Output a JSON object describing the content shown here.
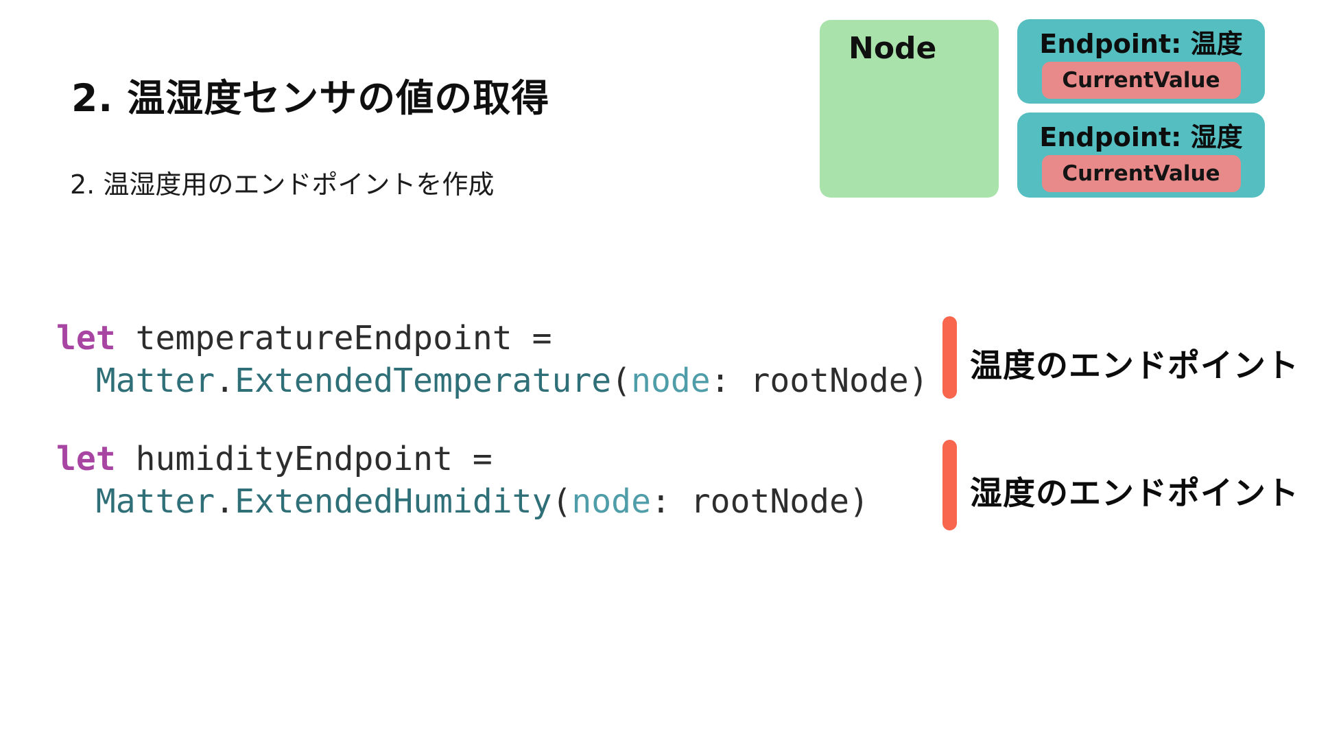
{
  "slide": {
    "title": "2. 温湿度センサの値の取得",
    "subtitle": "2. 温湿度用のエンドポイントを作成"
  },
  "diagram": {
    "node": {
      "label": "Node"
    },
    "endpoints": [
      {
        "title": "Endpoint: 温度",
        "attribute": "CurrentValue"
      },
      {
        "title": "Endpoint: 湿度",
        "attribute": "CurrentValue"
      }
    ]
  },
  "code": {
    "blocks": [
      {
        "annotation": "温度のエンドポイント",
        "lines": [
          [
            {
              "text": "let",
              "style": "keyword"
            },
            {
              "text": " temperatureEndpoint =",
              "style": "plain"
            }
          ],
          [
            {
              "text": "  ",
              "style": "plain"
            },
            {
              "text": "Matter",
              "style": "type"
            },
            {
              "text": ".",
              "style": "plain"
            },
            {
              "text": "ExtendedTemperature",
              "style": "type"
            },
            {
              "text": "(",
              "style": "plain"
            },
            {
              "text": "node",
              "style": "param"
            },
            {
              "text": ":",
              "style": "plain"
            },
            {
              "text": " rootNode)",
              "style": "plain"
            }
          ]
        ]
      },
      {
        "annotation": "湿度のエンドポイント",
        "lines": [
          [
            {
              "text": "let",
              "style": "keyword"
            },
            {
              "text": " humidityEndpoint =",
              "style": "plain"
            }
          ],
          [
            {
              "text": "  ",
              "style": "plain"
            },
            {
              "text": "Matter",
              "style": "type"
            },
            {
              "text": ".",
              "style": "plain"
            },
            {
              "text": "ExtendedHumidity",
              "style": "type"
            },
            {
              "text": "(",
              "style": "plain"
            },
            {
              "text": "node",
              "style": "param"
            },
            {
              "text": ":",
              "style": "plain"
            },
            {
              "text": " rootNode)",
              "style": "plain"
            }
          ]
        ]
      }
    ]
  },
  "colors": {
    "node_fill": "#A9E2AB",
    "endpoint_fill": "#55BEC1",
    "attribute_fill": "#E98A8A",
    "annotation_bar": "#F9664E",
    "code_plain": "#2D2D2D",
    "code_keyword": "#A845A3",
    "code_type": "#2F6F78",
    "code_param": "#4E9DA8"
  }
}
